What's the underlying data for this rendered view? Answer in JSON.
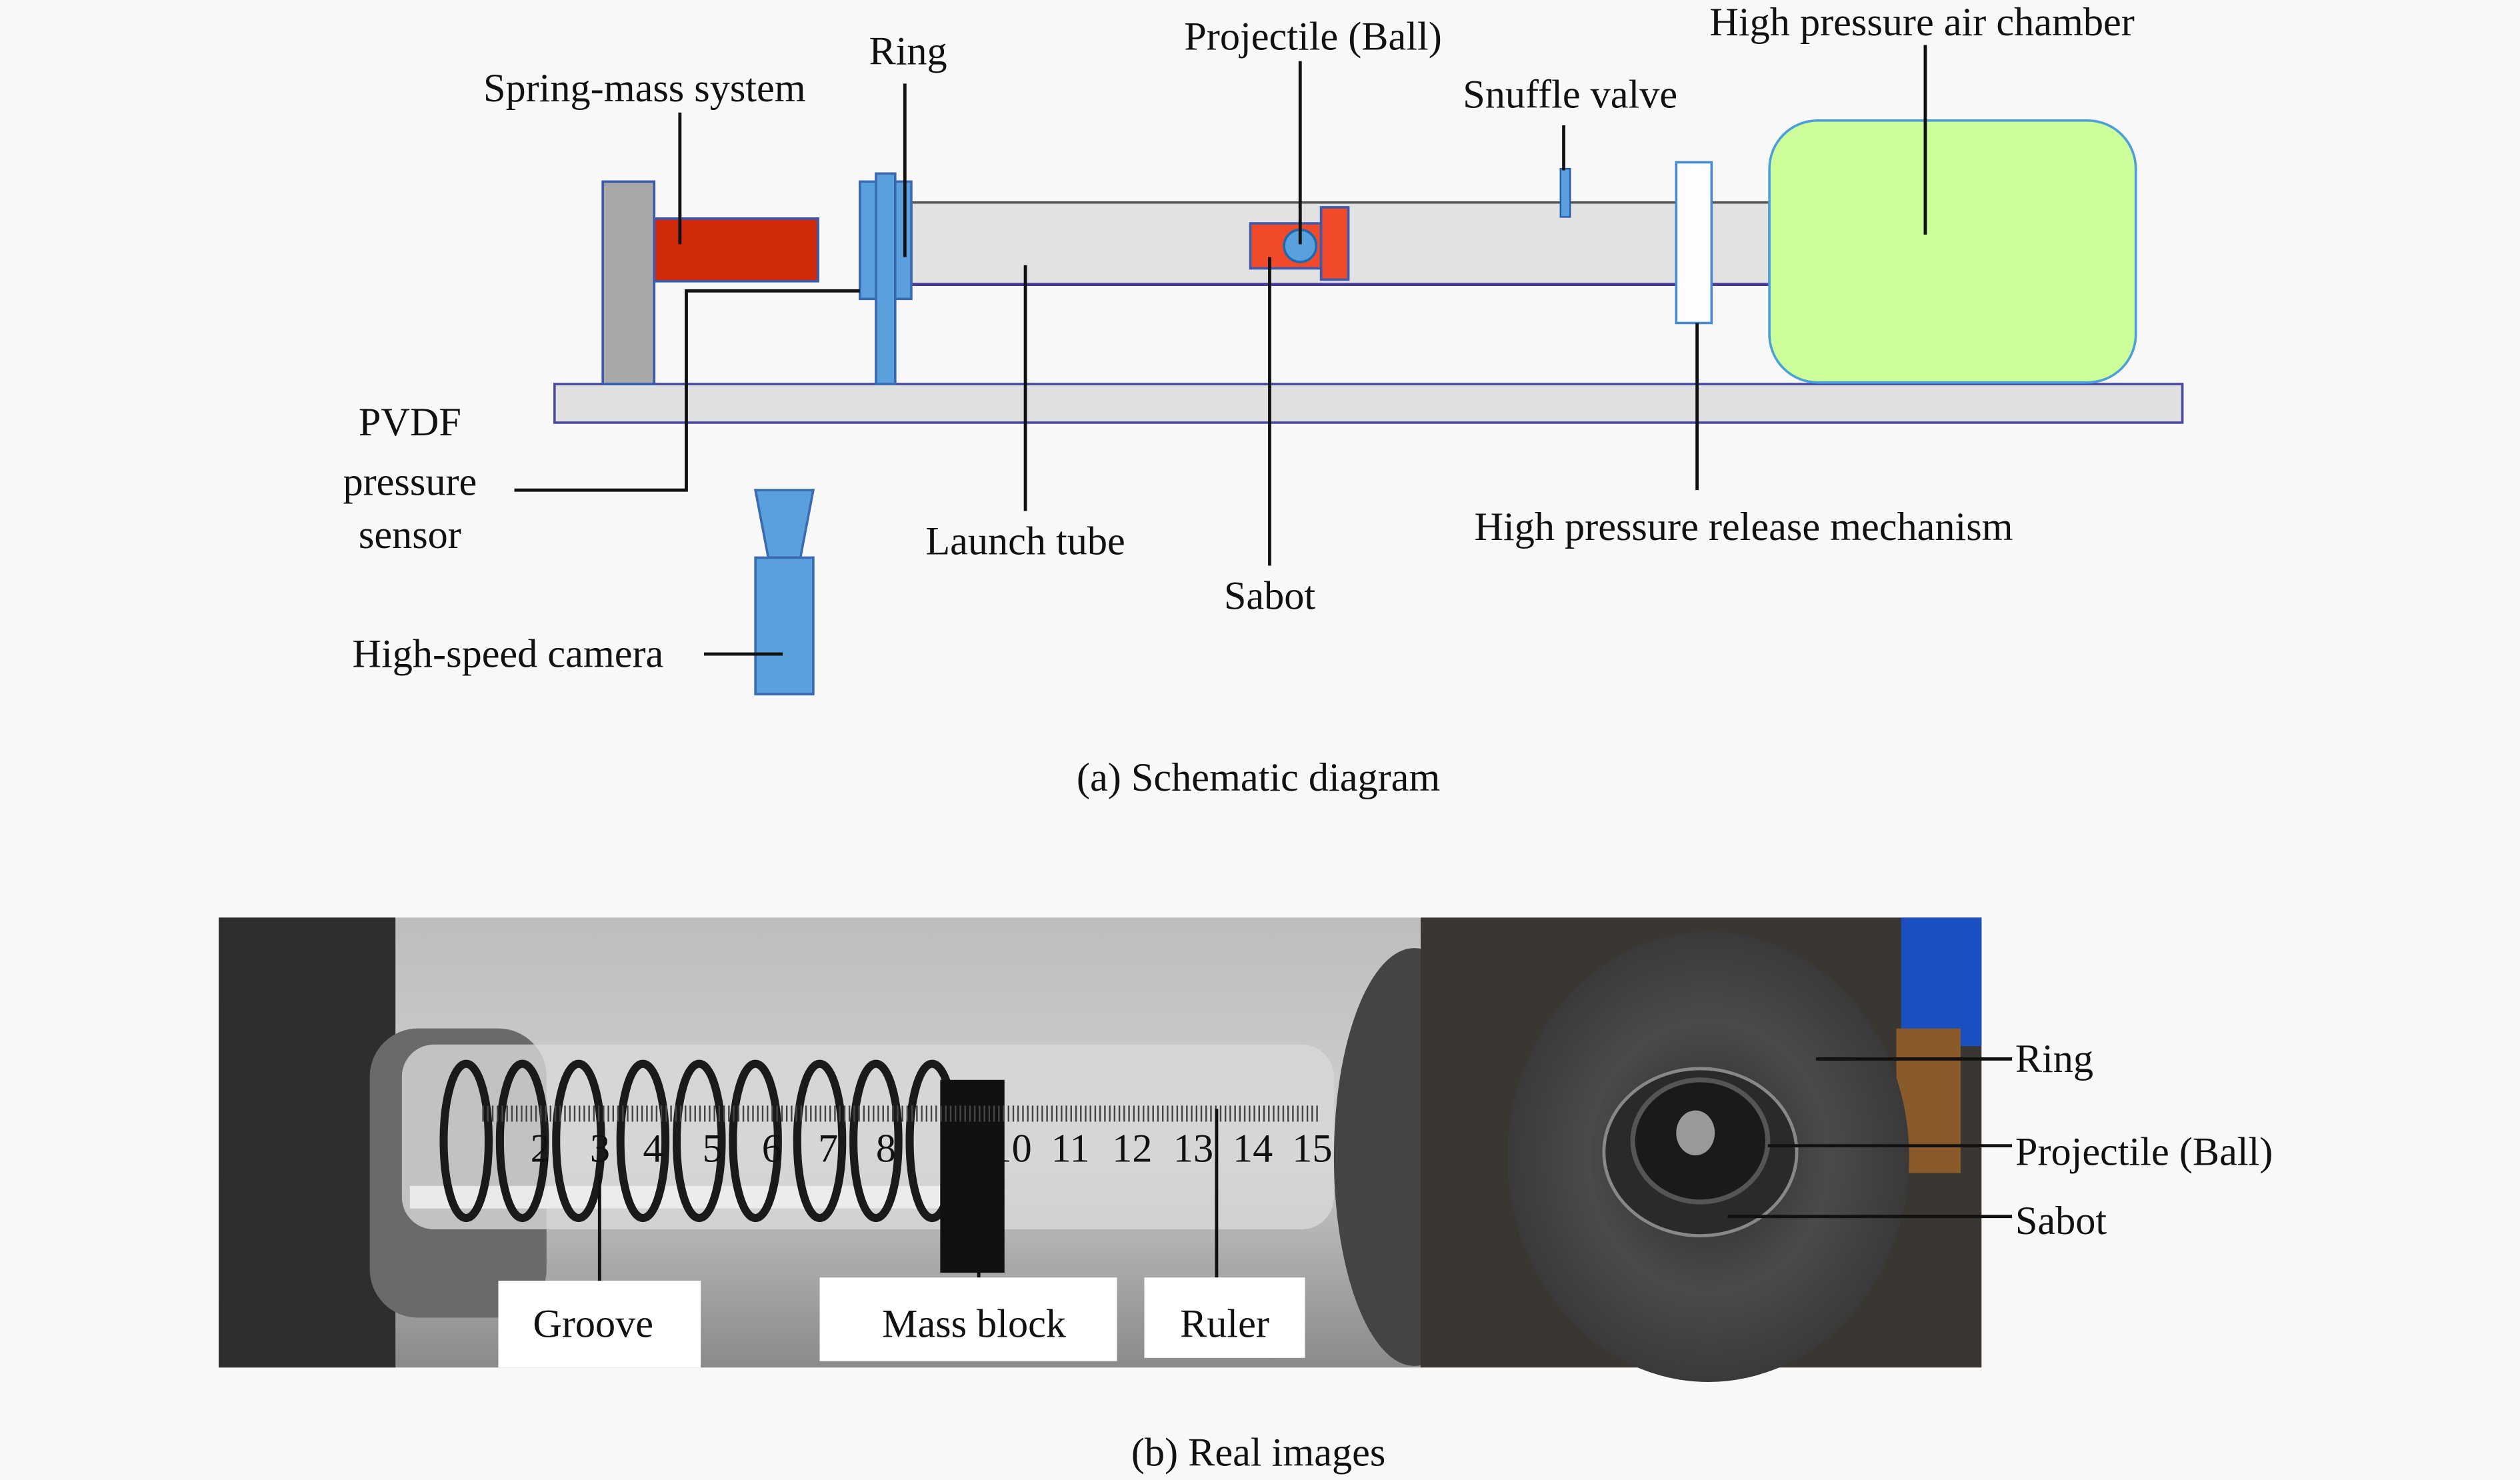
{
  "schematic": {
    "caption": "(a) Schematic diagram",
    "labels": {
      "spring_mass": "Spring-mass system",
      "ring": "Ring",
      "projectile": "Projectile (Ball)",
      "snuffle_valve": "Snuffle valve",
      "air_chamber": "High pressure air chamber",
      "pvdf_line1": "PVDF",
      "pvdf_line2": "pressure",
      "pvdf_line3": "sensor",
      "launch_tube": "Launch tube",
      "sabot": "Sabot",
      "release": "High pressure release mechanism",
      "camera": "High-speed camera"
    },
    "colors": {
      "spring_mass": "#d02a0a",
      "sabot": "#f04a2a",
      "blue_parts": "#5aa0dc",
      "chamber": "#ccff99",
      "tube": "#e2e2e2",
      "post": "#a8a8a8"
    }
  },
  "photos": {
    "caption": "(b) Real images",
    "left_labels": {
      "groove": "Groove",
      "mass_block": "Mass block",
      "ruler": "Ruler"
    },
    "right_labels": {
      "ring": "Ring",
      "projectile": "Projectile (Ball)",
      "sabot": "Sabot"
    },
    "ruler_ticks": [
      "2",
      "3",
      "4",
      "5",
      "6",
      "7",
      "8",
      "10",
      "11",
      "12",
      "13",
      "14",
      "15"
    ]
  }
}
